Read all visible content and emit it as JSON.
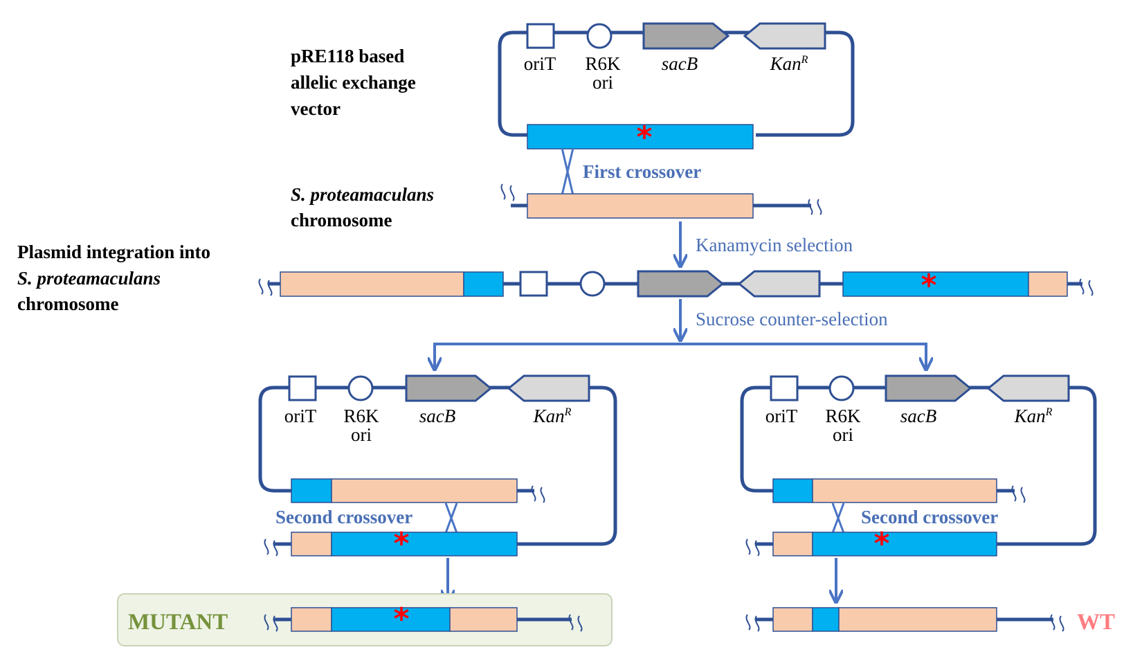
{
  "colors": {
    "backbone": "#2e4f93",
    "arrow": "#4a74c4",
    "homology": "#00b0f0",
    "chromosome": "#f8cbad",
    "sacB": "#a6a6a6",
    "kanR": "#d9d9d9",
    "mutation": "#ff0000",
    "mutant_text": "#76923c",
    "mutant_bg": "#eef3e6",
    "wt_text": "#ff7c80"
  },
  "labels": {
    "vector_title": [
      "pRE118 based",
      "allelic exchange",
      "vector"
    ],
    "chromosome_title": [
      "S. proteamaculans",
      "chromosome"
    ],
    "integration_title": [
      "Plasmid integration into",
      "S. proteamaculans",
      "chromosome"
    ]
  },
  "genes": {
    "oriT": "oriT",
    "r6k": [
      "R6K",
      "ori"
    ],
    "sacB": "sacB",
    "kan_base": "Kan",
    "kan_sup": "R"
  },
  "mutation_marker": "*",
  "steps": {
    "first_crossover": "First crossover",
    "kanamycin": "Kanamycin selection",
    "sucrose": "Sucrose counter-selection",
    "second_crossover_left": "Second crossover",
    "second_crossover_right": "Second crossover"
  },
  "outcomes": {
    "mutant": "MUTANT",
    "wt": "WT"
  }
}
